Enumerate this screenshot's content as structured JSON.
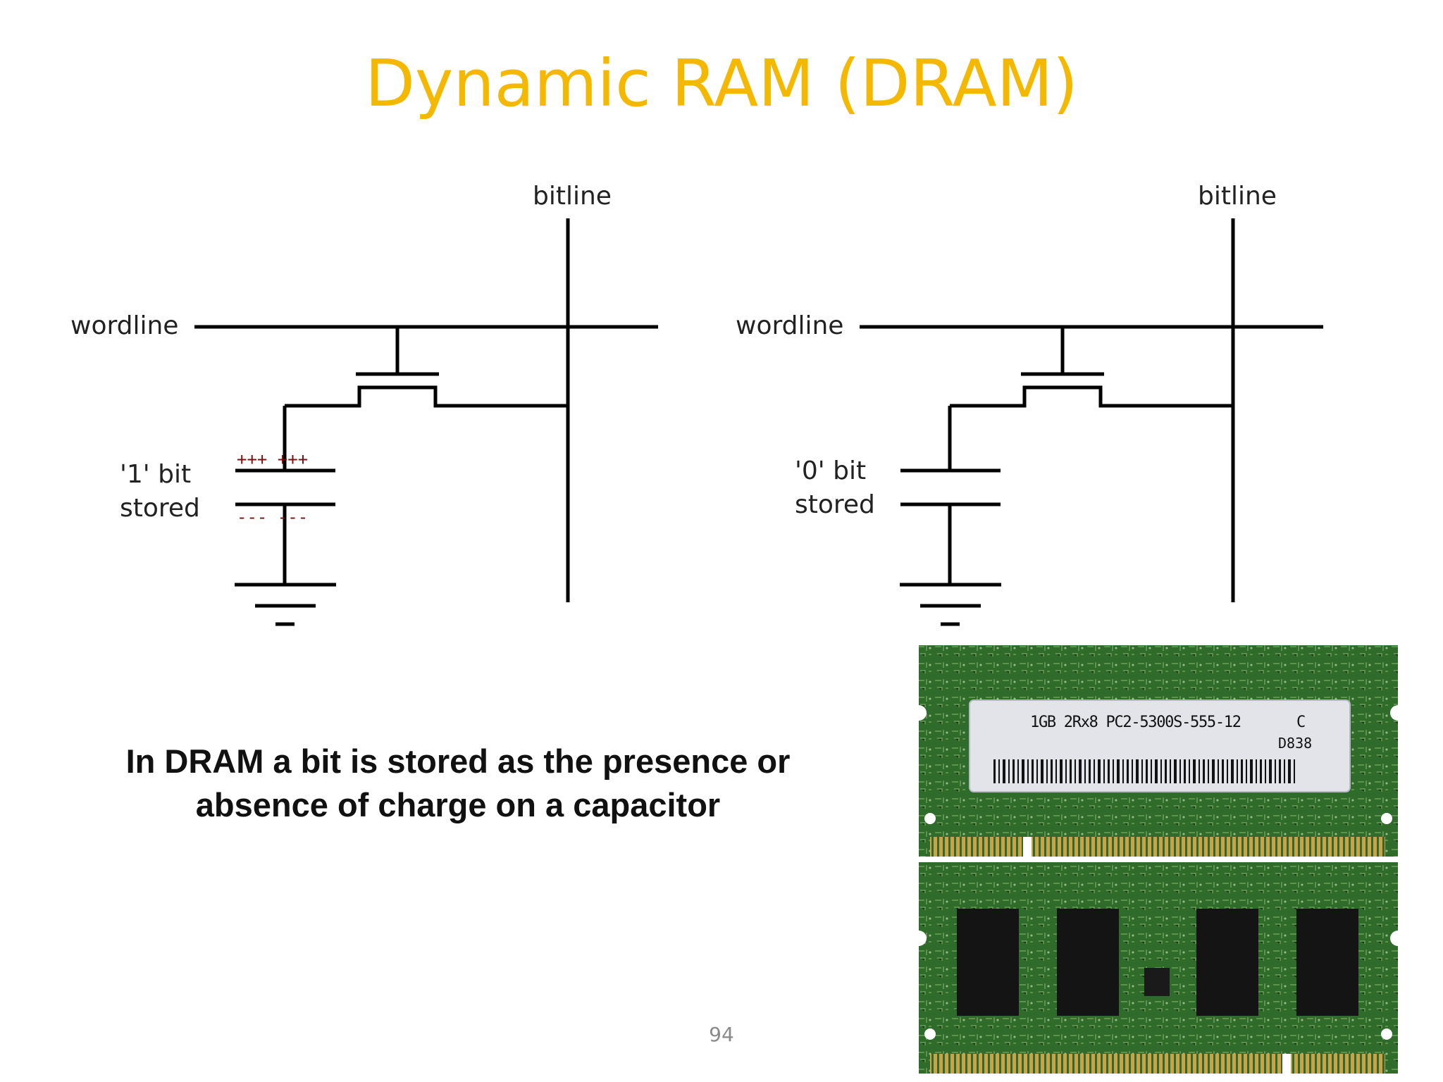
{
  "slide": {
    "title": "Dynamic RAM (DRAM)",
    "caption": "In DRAM a bit is stored as the presence or absence of charge on a capacitor",
    "page_number": "94"
  },
  "circuit_left": {
    "bitline_label": "bitline",
    "wordline_label": "wordline",
    "state_label_line1": "'1' bit",
    "state_label_line2": "stored",
    "positive_charge": "+++ +++",
    "negative_charge": "--- ---"
  },
  "circuit_right": {
    "bitline_label": "bitline",
    "wordline_label": "wordline",
    "state_label_line1": "'0' bit",
    "state_label_line2": "stored"
  },
  "ram_module": {
    "label_line1": "1GB 2Rx8  PC2-5300S-555-12",
    "label_c": "C",
    "label_code": "D838"
  },
  "colors": {
    "title": "#F5B800",
    "pcb_green": "#2f6b2a",
    "charge": "#7a1010"
  }
}
